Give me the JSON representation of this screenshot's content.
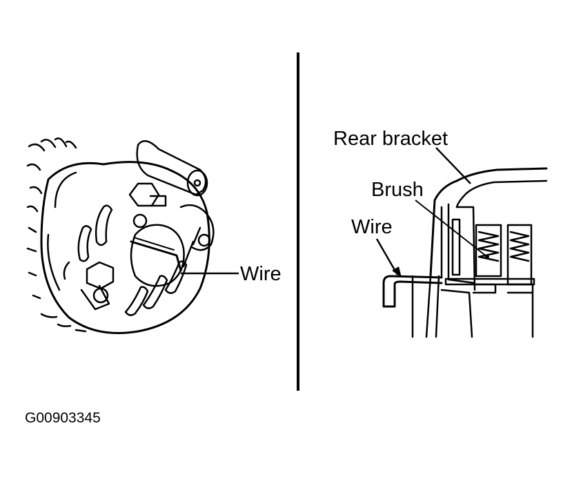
{
  "labels": {
    "wire_left": "Wire",
    "rear_bracket": "Rear bracket",
    "brush": "Brush",
    "wire_right": "Wire"
  },
  "figure_code": "G00903345"
}
